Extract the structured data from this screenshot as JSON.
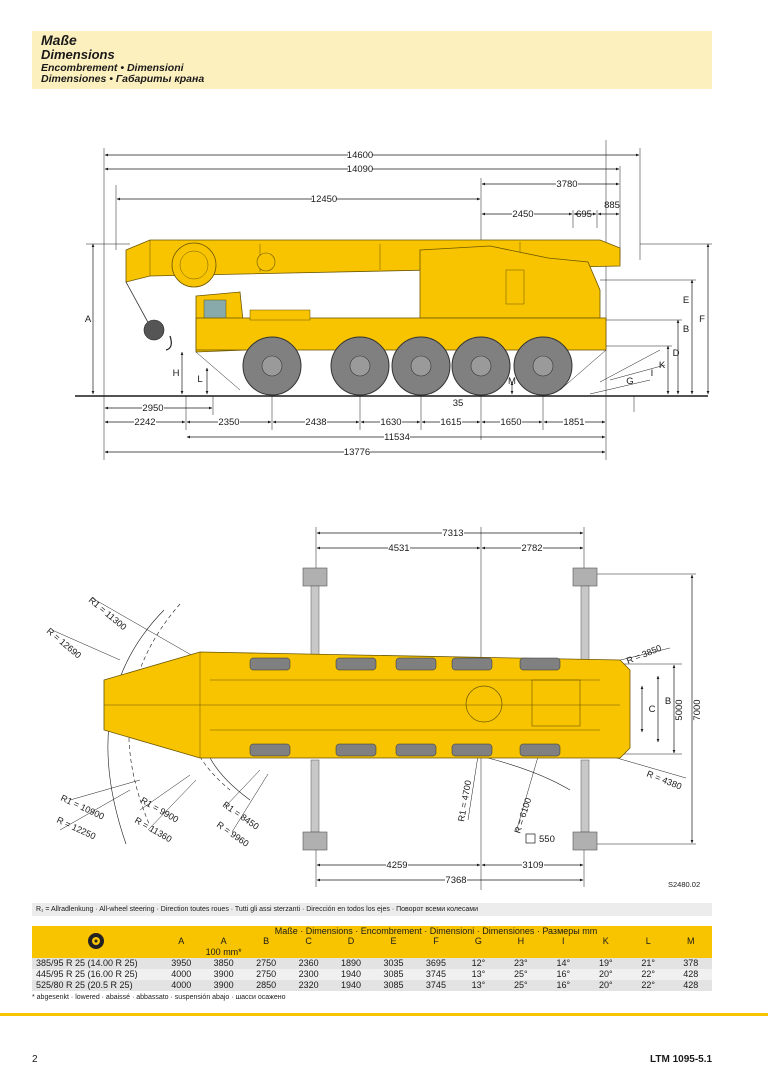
{
  "header": {
    "title_de": "Maße",
    "title_en": "Dimensions",
    "line3": "Encombrement • Dimensioni",
    "line4": "Dimensiones • Габариты крана"
  },
  "side_view": {
    "dims_top": [
      "14600",
      "14090",
      "12450",
      "3780",
      "2450",
      "695",
      "885"
    ],
    "dims_bottom": [
      "2950",
      "35",
      "2242",
      "2350",
      "2438",
      "1630",
      "1615",
      "1650",
      "1851",
      "11534",
      "13776"
    ],
    "letters": [
      "A",
      "H",
      "L",
      "M",
      "G",
      "I",
      "K",
      "D",
      "B",
      "E",
      "F"
    ]
  },
  "top_view": {
    "dims_top": [
      "7313",
      "4531",
      "2782"
    ],
    "dims_bottom": [
      "4259",
      "3109",
      "7368"
    ],
    "dims_right": [
      "5000",
      "7000"
    ],
    "letters": [
      "C",
      "B"
    ],
    "radii": [
      "R1 = 11300",
      "R = 12690",
      "R = 3850",
      "R = 4380",
      "R1 = 10900",
      "R = 12250",
      "R1 = 9900",
      "R = 11360",
      "R1 = 8450",
      "R = 9960",
      "R1 = 4700",
      "R = 6100"
    ],
    "pad_size": "550",
    "sketch_id": "S2480.02"
  },
  "legend": "R₁ = Allradlenkung · All-wheel steering · Direction toutes roues · Tutti gli assi sterzanti · Dirección en todos los ejes · Поворот всеми колесами",
  "table": {
    "heading": "Maße · Dimensions · Encombrement · Dimensioni · Dimensiones · Размеры mm",
    "columns": [
      "A",
      "A",
      "B",
      "C",
      "D",
      "E",
      "F",
      "G",
      "H",
      "I",
      "K",
      "L",
      "M"
    ],
    "sub_note": "100 mm*",
    "rows": [
      {
        "tyre": "385/95 R 25 (14.00 R 25)",
        "values": [
          "3950",
          "3850",
          "2750",
          "2360",
          "1890",
          "3035",
          "3695",
          "12°",
          "23°",
          "14°",
          "19°",
          "21°",
          "378"
        ]
      },
      {
        "tyre": "445/95 R 25 (16.00 R 25)",
        "values": [
          "4000",
          "3900",
          "2750",
          "2300",
          "1940",
          "3085",
          "3745",
          "13°",
          "25°",
          "16°",
          "20°",
          "22°",
          "428"
        ]
      },
      {
        "tyre": "525/80 R 25 (20.5   R 25)",
        "values": [
          "4000",
          "3900",
          "2850",
          "2320",
          "1940",
          "3085",
          "3745",
          "13°",
          "25°",
          "16°",
          "20°",
          "22°",
          "428"
        ]
      }
    ]
  },
  "footnote": "* abgesenkt · lowered · abaissé · abbassato · suspensión abajo · шасси осажено",
  "footer": {
    "page_number": "2",
    "model": "LTM 1095-5.1"
  },
  "colors": {
    "crane_yellow": "#f8c400",
    "header_bg": "#fdf0bf",
    "tyre_gray": "#808080",
    "outrigger_gray": "#b0b0b0"
  }
}
